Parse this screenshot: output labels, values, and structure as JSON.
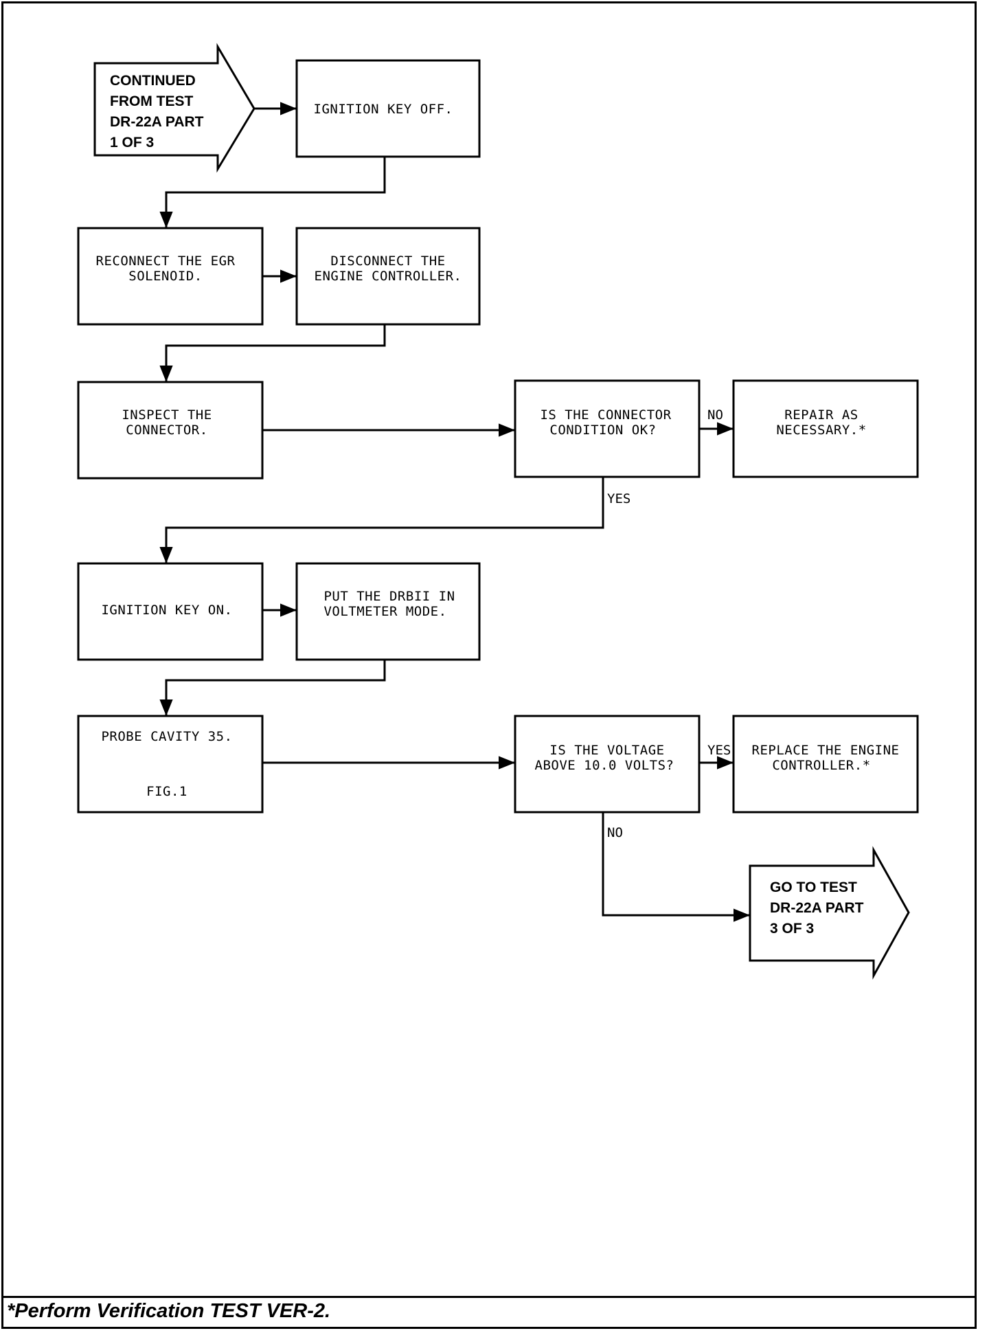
{
  "diagram": {
    "start_arrow": [
      "CONTINUED",
      "FROM TEST",
      "DR-22A PART",
      "1 OF 3"
    ],
    "end_arrow": [
      "GO TO TEST",
      "DR-22A PART",
      "3 OF 3"
    ],
    "boxes": {
      "ignition_off": [
        "IGNITION KEY OFF."
      ],
      "reconnect_egr": [
        "RECONNECT THE EGR",
        "SOLENOID."
      ],
      "disconnect_controller": [
        "DISCONNECT THE",
        "ENGINE CONTROLLER."
      ],
      "inspect_connector": [
        "INSPECT THE",
        "CONNECTOR."
      ],
      "connector_ok": [
        "IS THE CONNECTOR",
        "CONDITION OK?"
      ],
      "repair": [
        "REPAIR AS",
        "NECESSARY.*"
      ],
      "ignition_on": [
        "IGNITION KEY ON."
      ],
      "drbii_mode": [
        "PUT THE DRBII IN",
        "VOLTMETER MODE."
      ],
      "probe_cavity": [
        "PROBE CAVITY 35."
      ],
      "fig": "FIG.1",
      "voltage_check": [
        "IS THE VOLTAGE",
        "ABOVE 10.0 VOLTS?"
      ],
      "replace_controller": [
        "REPLACE THE ENGINE",
        "CONTROLLER.*"
      ]
    },
    "edge_labels": {
      "connector_no": "NO",
      "connector_yes": "YES",
      "voltage_yes": "YES",
      "voltage_no": "NO"
    }
  },
  "footer": {
    "note": "*Perform Verification TEST VER-2."
  }
}
